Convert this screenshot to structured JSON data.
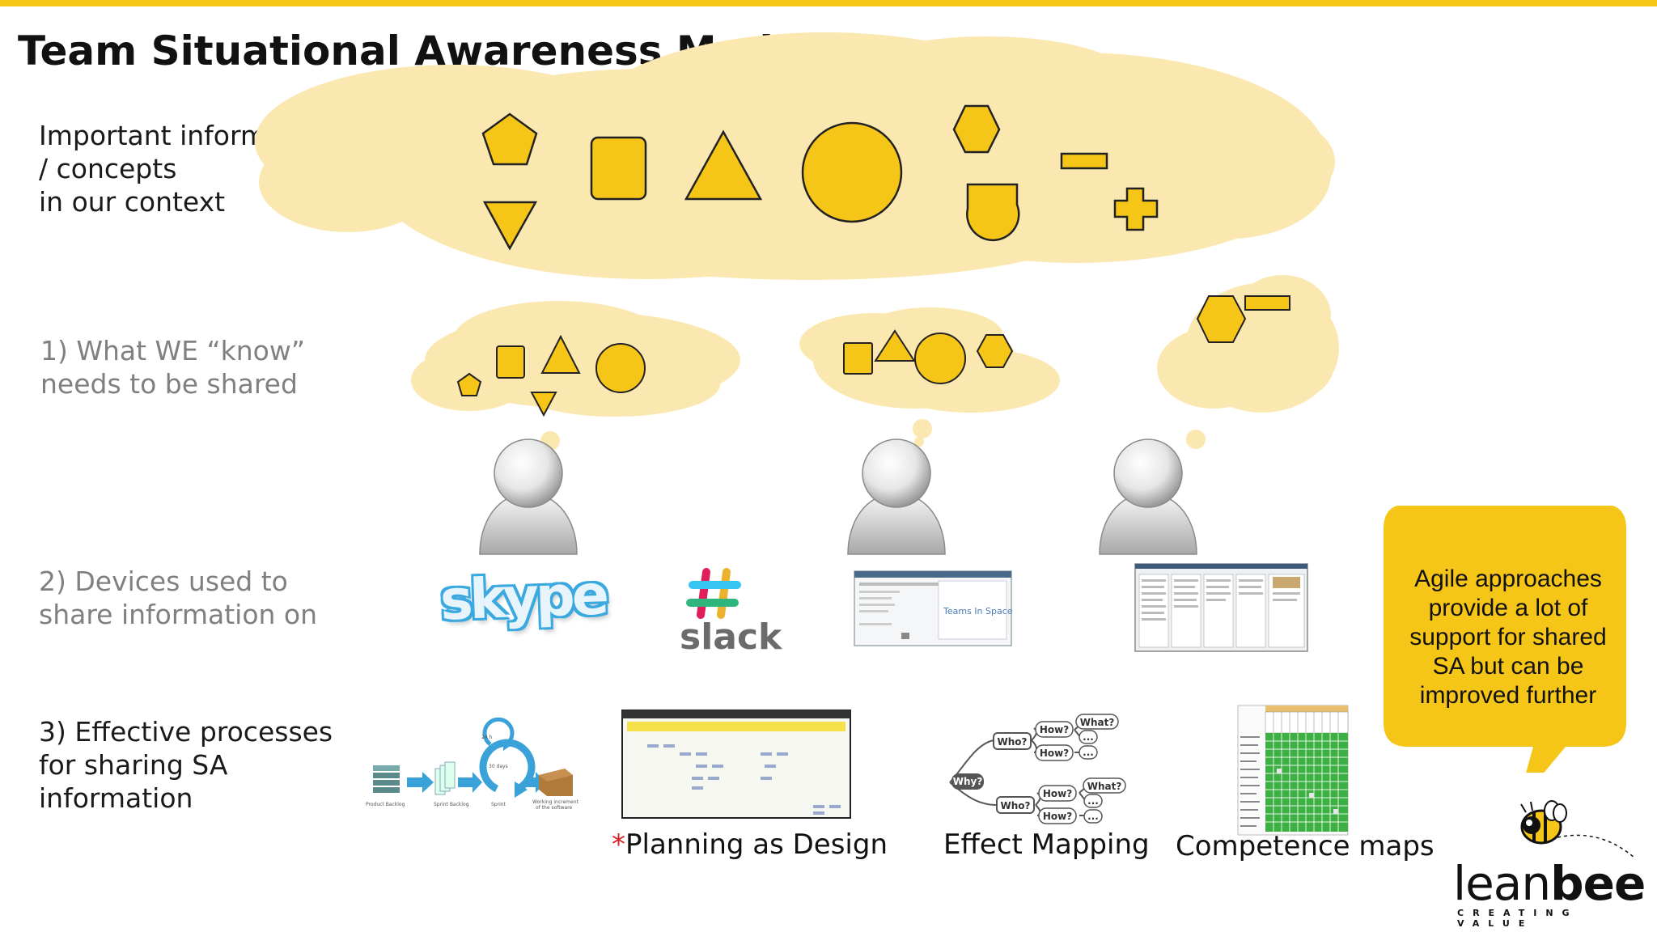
{
  "title": "Team Situational Awareness Model",
  "row_labels": {
    "info_line1": "Important information",
    "info_line2": " / concepts",
    "info_line3": "in our context",
    "know_line1": "1) What WE “know”",
    "know_line2": "needs to be shared",
    "devices_line1": "2) Devices used to",
    "devices_line2": "share information on",
    "process_line1": "3) Effective processes",
    "process_line2": "for sharing SA",
    "process_line3": "information"
  },
  "devices": {
    "skype": "skype",
    "slack": "slack",
    "teams_label": "Teams In Space"
  },
  "processes": {
    "planning_star": "*",
    "planning": "Planning as Design",
    "effect_mapping": "Effect Mapping",
    "competence_maps": "Competence maps"
  },
  "scrum_diagram": {
    "product_backlog": "Product Backlog",
    "sprint_backlog": "Sprint Backlog",
    "sprint": "Sprint",
    "increment_line1": "Working increment",
    "increment_line2": "of the software",
    "cycle_daily": "24 h",
    "cycle_sprint": "30 days"
  },
  "effect_map": {
    "why": "Why?",
    "who": "Who?",
    "how": "How?",
    "what": "What?",
    "more": "..."
  },
  "callout": {
    "line1": "Agile approaches",
    "line2": "provide a lot of",
    "line3": "support for shared",
    "line4": "SA but can be",
    "line5": "improved further"
  },
  "brand": {
    "name_light": "lean",
    "name_bold": "bee",
    "tagline": "CREATING VALUE"
  },
  "colors": {
    "accent": "#f5c518",
    "cloud": "#fbe8b0",
    "shape_fill": "#f5c518",
    "label_dark": "#1a1a1a",
    "label_grey": "#808080"
  }
}
